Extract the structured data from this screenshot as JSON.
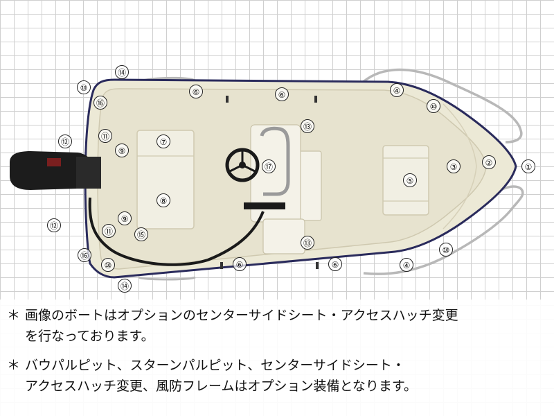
{
  "callouts": [
    "①",
    "②",
    "③",
    "④",
    "⑤",
    "⑥",
    "⑦",
    "⑧",
    "⑨",
    "⑩",
    "⑪",
    "⑫",
    "⑬",
    "⑭",
    "⑮",
    "⑯",
    "⑰"
  ],
  "notes": [
    {
      "mark": "＊",
      "line1": "画像のボートはオプションのセンターサイドシート・アクセスハッチ変更",
      "line2": "を行なっております。"
    },
    {
      "mark": "＊",
      "line1": "バウパルピット、スターンパルピット、センターサイドシート・",
      "line2": "アクセスハッチ変更、風防フレームはオプション装備となります。"
    }
  ],
  "colors": {
    "hull": "#ece9d6",
    "hull_edge": "#2a2b5c",
    "deck": "#e7e3cf",
    "rail": "#b8b8b8",
    "engine": "#1c1c1c"
  }
}
